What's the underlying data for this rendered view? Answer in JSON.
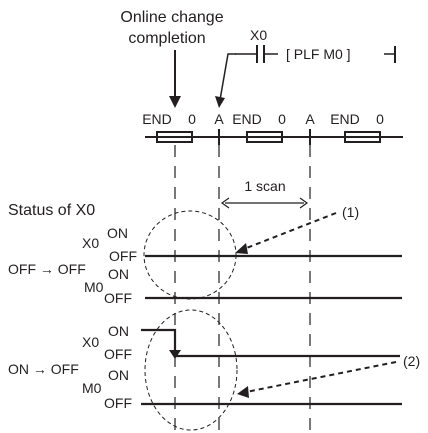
{
  "callout": {
    "line1": "Online change",
    "line2": "completion"
  },
  "ladder": {
    "contact_label": "X0",
    "instruction": "[ PLF  M0 ]"
  },
  "scan_labels": [
    "END",
    "0",
    "A",
    "END",
    "0",
    "A",
    "END",
    "0"
  ],
  "one_scan": "1 scan",
  "status_title": "Status of X0",
  "case1": {
    "transition": "OFF → OFF",
    "x0_label": "X0",
    "m0_label": "M0",
    "on": "ON",
    "off": "OFF",
    "marker": "(1)"
  },
  "case2": {
    "transition": "ON → OFF",
    "x0_label": "X0",
    "m0_label": "M0",
    "on": "ON",
    "off": "OFF",
    "marker": "(2)"
  },
  "colors": {
    "ink": "#231f20",
    "background": "#ffffff"
  }
}
